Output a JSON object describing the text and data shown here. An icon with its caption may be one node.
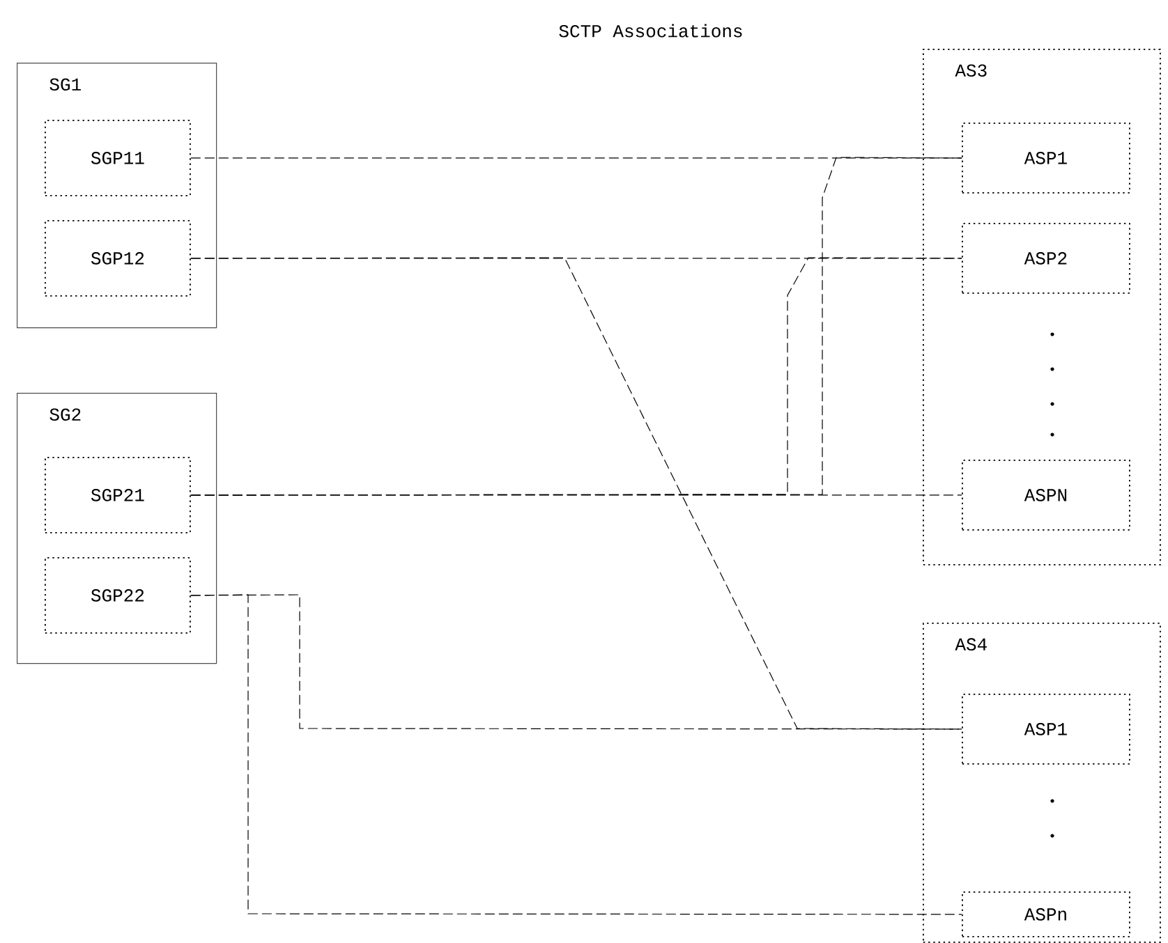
{
  "diagram": {
    "title": "SCTP Associations",
    "nodes": [
      {
        "text": [
          "SG1"
        ]
      },
      {
        "text": [
          "SGP11"
        ],
        "in": 0
      },
      {
        "text": [
          "SGP12"
        ],
        "in": 0
      },
      {
        "text": [
          "SG2"
        ]
      },
      {
        "text": [
          "SGP21"
        ],
        "in": 3
      },
      {
        "text": [
          "SGP22"
        ],
        "in": 3
      },
      {
        "text": [
          "AS3"
        ]
      },
      {
        "text": [
          "ASP1"
        ],
        "in": 6
      },
      {
        "text": [
          "ASP2"
        ],
        "in": 6
      },
      {
        "text": [
          "ASPN"
        ],
        "in": 6
      },
      {
        "text": [
          "AS4"
        ]
      },
      {
        "text": [
          "ASP1"
        ],
        "in": 10
      },
      {
        "text": [
          "ASPn"
        ],
        "in": 10
      }
    ],
    "edges": [
      {
        "from": 1,
        "to": 7,
        "arrow": "none"
      },
      {
        "from": 2,
        "to": 8,
        "arrow": "none"
      },
      {
        "from": 2,
        "to": 11,
        "arrow": "none"
      },
      {
        "from": 4,
        "to": 9,
        "arrow": "none"
      },
      {
        "from": 4,
        "to": 8,
        "arrow": "none"
      },
      {
        "from": 4,
        "to": 7,
        "arrow": "none"
      },
      {
        "from": 5,
        "to": 11,
        "arrow": "none"
      },
      {
        "from": 5,
        "to": 12,
        "arrow": "none"
      }
    ]
  }
}
